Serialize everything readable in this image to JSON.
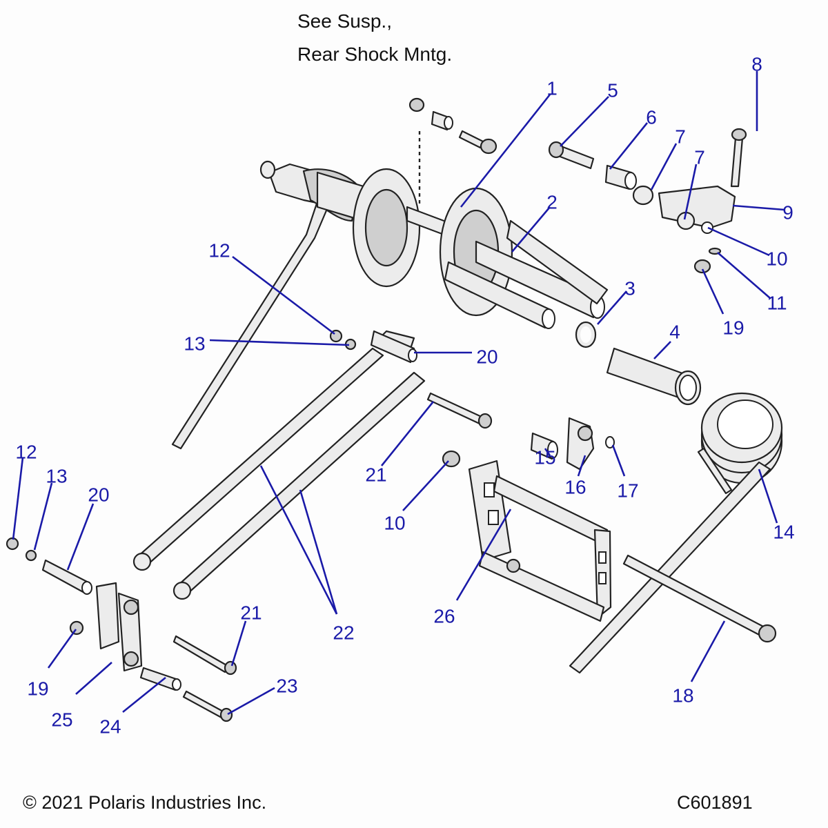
{
  "document": {
    "note_line1": "See Susp.,",
    "note_line2": "Rear Shock Mntg.",
    "copyright": "© 2021 Polaris Industries Inc.",
    "diagram_id": "C601891",
    "callout_color": "#1a1aa8"
  },
  "callouts": [
    {
      "label": "1",
      "part": "rear-shock-assembly"
    },
    {
      "label": "2",
      "part": "front-spring-retainer"
    },
    {
      "label": "3",
      "part": "o-ring"
    },
    {
      "label": "4",
      "part": "shaft-sleeve"
    },
    {
      "label": "5",
      "part": "pivot-bolt"
    },
    {
      "label": "6",
      "part": "flanged-bushing"
    },
    {
      "label": "7",
      "part": "bushing"
    },
    {
      "label": "7",
      "part": "bushing"
    },
    {
      "label": "8",
      "part": "clamp-bolt"
    },
    {
      "label": "9",
      "part": "pivot-arm"
    },
    {
      "label": "10",
      "part": "bushing"
    },
    {
      "label": "11",
      "part": "washer"
    },
    {
      "label": "19",
      "part": "nut"
    },
    {
      "label": "12",
      "part": "nut"
    },
    {
      "label": "13",
      "part": "washer"
    },
    {
      "label": "20",
      "part": "spacer"
    },
    {
      "label": "21",
      "part": "bolt"
    },
    {
      "label": "15",
      "part": "spacer"
    },
    {
      "label": "16",
      "part": "cam-block"
    },
    {
      "label": "17",
      "part": "o-ring"
    },
    {
      "label": "14",
      "part": "torsion-spring"
    },
    {
      "label": "10",
      "part": "bushing"
    },
    {
      "label": "22",
      "part": "slotted-link-arm"
    },
    {
      "label": "26",
      "part": "rear-frame-cross-member"
    },
    {
      "label": "18",
      "part": "long-bolt"
    },
    {
      "label": "12",
      "part": "nut"
    },
    {
      "label": "13",
      "part": "washer"
    },
    {
      "label": "20",
      "part": "spacer"
    },
    {
      "label": "19",
      "part": "nut"
    },
    {
      "label": "25",
      "part": "link-plate"
    },
    {
      "label": "24",
      "part": "spacer"
    },
    {
      "label": "21",
      "part": "bolt"
    },
    {
      "label": "23",
      "part": "bolt"
    }
  ]
}
